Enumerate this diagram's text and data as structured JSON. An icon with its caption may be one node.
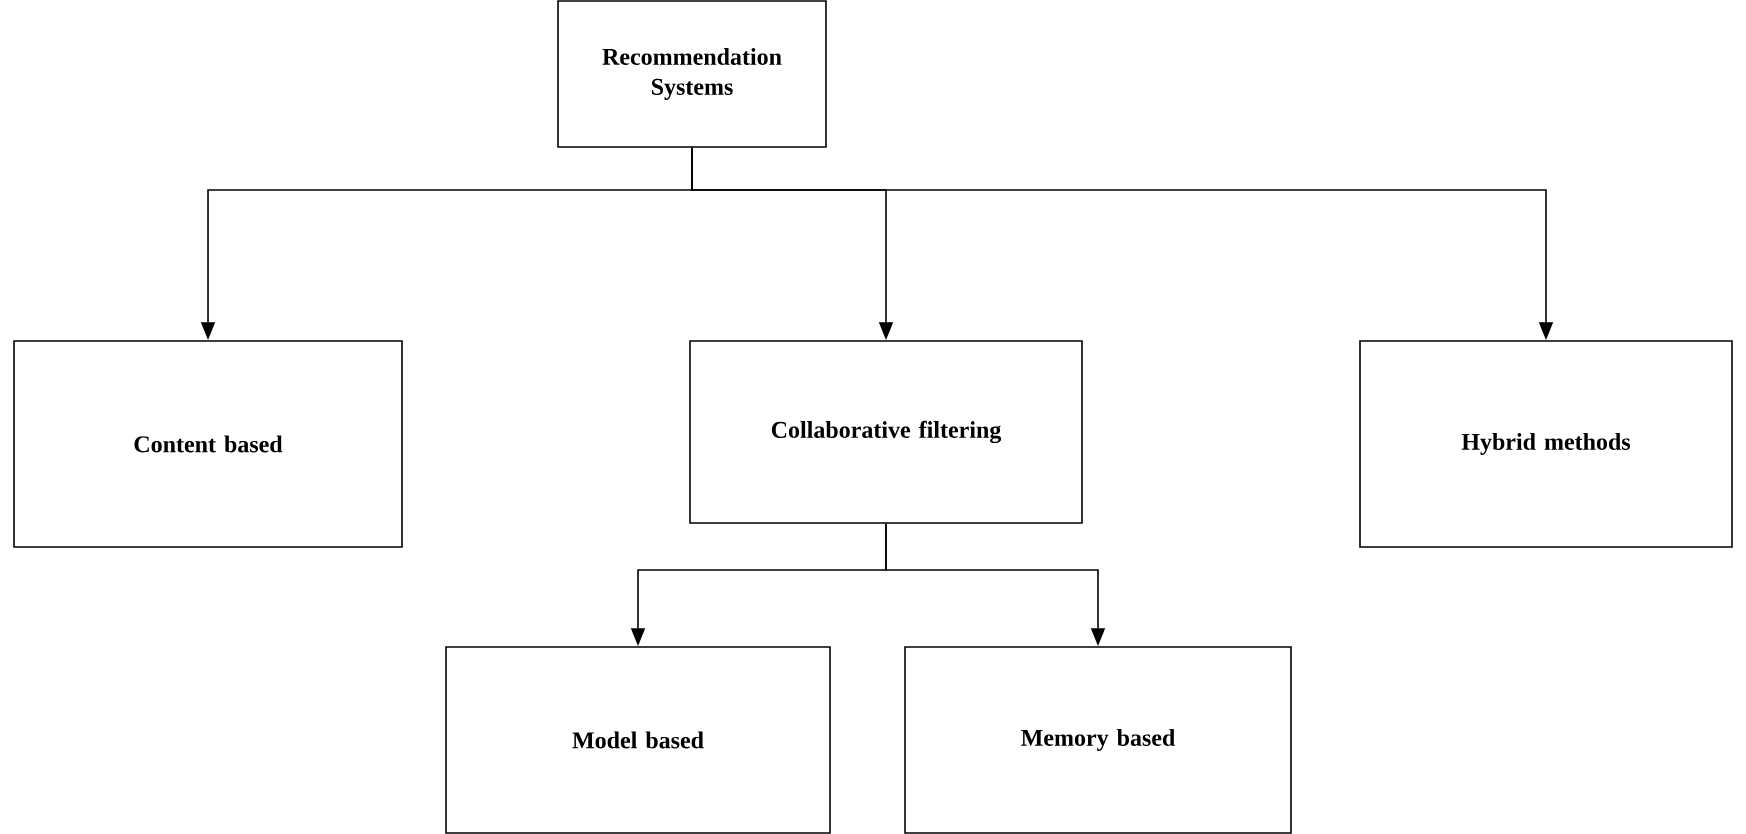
{
  "diagram": {
    "nodes": [
      {
        "text": [
          "Recommendation Systems"
        ]
      },
      {
        "text": [
          "Content based"
        ]
      },
      {
        "text": [
          "Collaborative filtering"
        ]
      },
      {
        "text": [
          "Hybrid methods"
        ]
      },
      {
        "text": [
          "Model based"
        ]
      },
      {
        "text": [
          "Memory based"
        ]
      }
    ],
    "edges": [
      {
        "from": 0,
        "to": 1,
        "arrow": "to"
      },
      {
        "from": 0,
        "to": 2,
        "arrow": "to"
      },
      {
        "from": 0,
        "to": 3,
        "arrow": "to"
      },
      {
        "from": 2,
        "to": 4,
        "arrow": "to"
      },
      {
        "from": 2,
        "to": 5,
        "arrow": "to"
      }
    ]
  }
}
